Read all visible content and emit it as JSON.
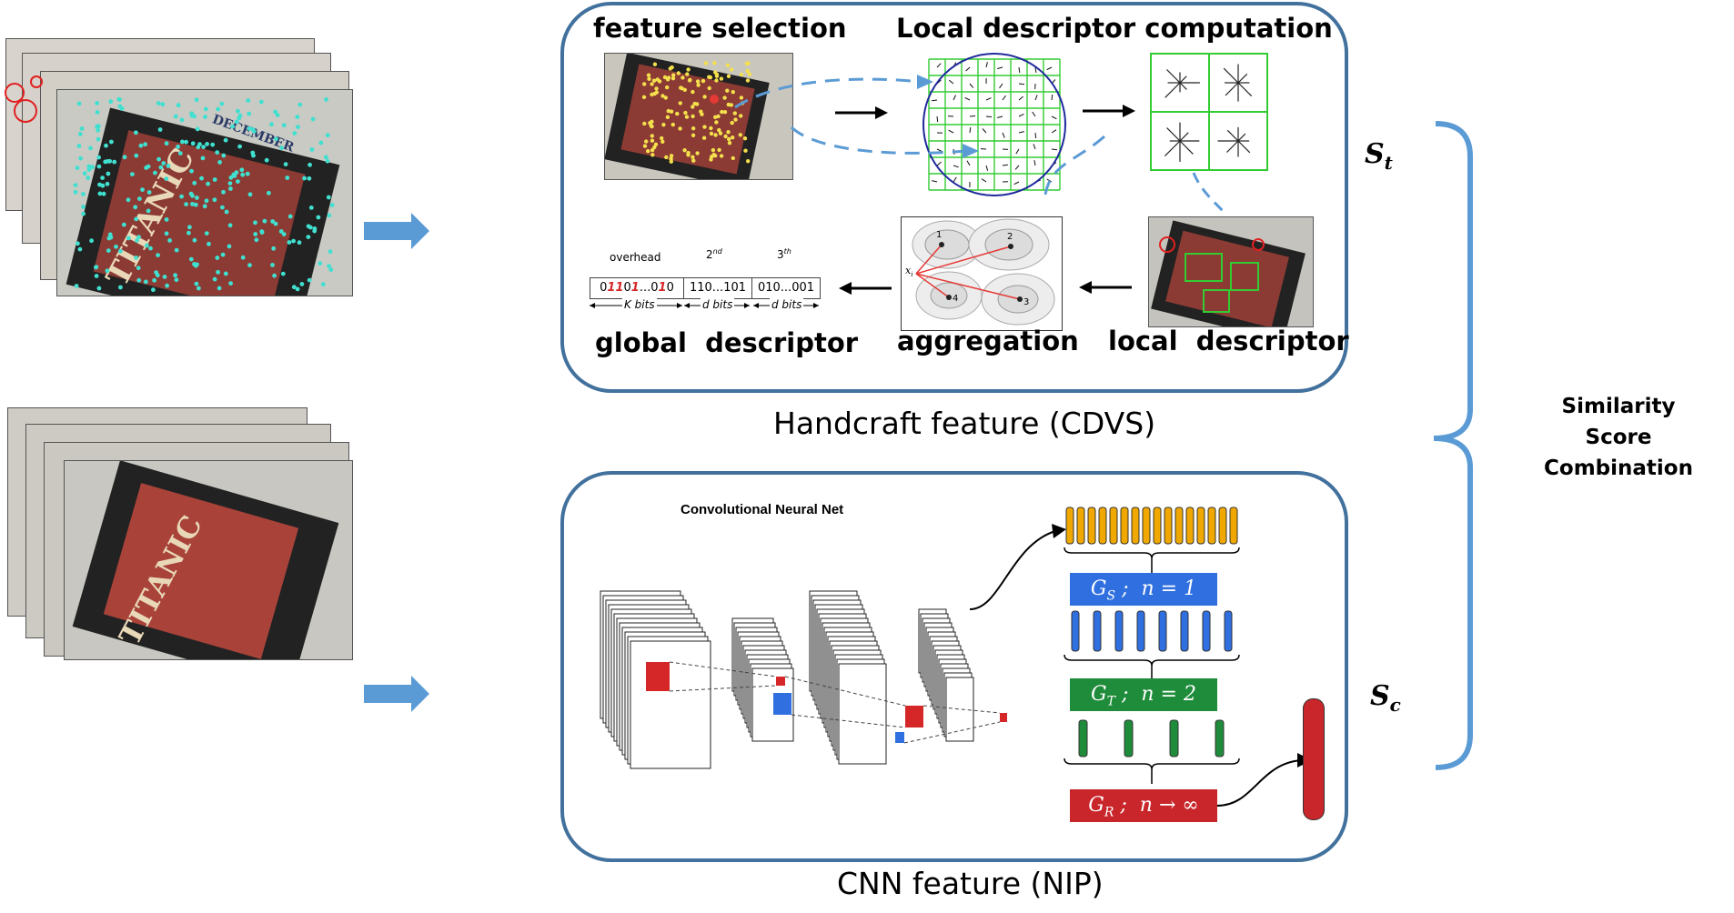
{
  "colors": {
    "panel_border": "#41719c",
    "arrow_blue": "#5b9bd5",
    "feature_cyan": "#40e0d0",
    "feature_yellow": "#f4e04d",
    "grid_green": "#33cc33",
    "gs_blue": "#2f6fe0",
    "gt_green": "#1e8c3a",
    "gr_red": "#c8262b",
    "bar_orange": "#f0a800",
    "accent_red": "#d62728"
  },
  "handcraft": {
    "title": "Handcraft feature (CDVS)",
    "feature_selection": "feature selection",
    "local_descriptor_computation": "Local descriptor computation",
    "global_descriptor": "global  descriptor",
    "aggregation": "aggregation",
    "local_descriptor": "local  descriptor",
    "overhead": "overhead",
    "second": "2",
    "second_sup": "nd",
    "third": "3",
    "third_sup": "th",
    "bits1_pre": "0",
    "bits1_red": "11",
    "bits1_mid": "0",
    "bits1_red2": "1",
    "bits1_dots": "...",
    "bits1_end_pre": "0",
    "bits1_end_red": "1",
    "bits1_end": "0",
    "bits2": "110...101",
    "bits3": "010...001",
    "kbits": "K bits",
    "dbits1": "d bits",
    "dbits2": "d bits",
    "agg_pts": [
      "1",
      "2",
      "3",
      "4"
    ],
    "agg_xi": "x",
    "agg_xi_sub": "i"
  },
  "cnn": {
    "title": "CNN feature (NIP)",
    "net_label": "Convolutional Neural Net",
    "gs": "G",
    "gs_sub": "S",
    "gs_n": " ;  n = 1",
    "gt": "G",
    "gt_sub": "T",
    "gt_n": " ;  n = 2",
    "gr": "G",
    "gr_sub": "R",
    "gr_n": " ;  n → ∞"
  },
  "scores": {
    "st": "S",
    "st_sub": "t",
    "sc": "S",
    "sc_sub": "c",
    "combo_line1": "Similarity Score",
    "combo_line2": "Combination"
  },
  "photos": {
    "titanic": "TITANIC",
    "december": "DECEMBER"
  }
}
